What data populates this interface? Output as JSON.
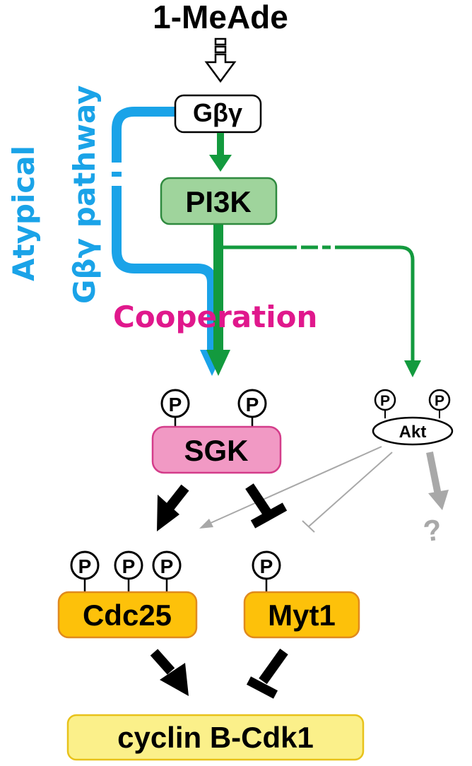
{
  "nodes": {
    "trigger": "1-MeAde",
    "gbg": "Gβγ",
    "pi3k": "PI3K",
    "sgk": "SGK",
    "akt": "Akt",
    "cdc25": "Cdc25",
    "myt1": "Myt1",
    "cyclin": "cyclin B-Cdk1",
    "unknown": "?"
  },
  "labels": {
    "atypical_line1": "Atypical",
    "atypical_line2": "Gβγ pathway",
    "cooperation": "Cooperation",
    "phospho": "P"
  },
  "colors": {
    "blue": "#1aa3e8",
    "green": "#139a3e",
    "magenta": "#e0188c",
    "pi3k_fill": "#9fd49c",
    "pi3k_stroke": "#2f8a3f",
    "sgk_fill": "#f199c4",
    "sgk_stroke": "#d43d8a",
    "orange_fill": "#fdc10a",
    "orange_stroke": "#e08a1e",
    "cyclin_fill": "#fbf08a",
    "cyclin_stroke": "#e8c21a",
    "gray": "#a8a8a8",
    "black": "#000000"
  }
}
